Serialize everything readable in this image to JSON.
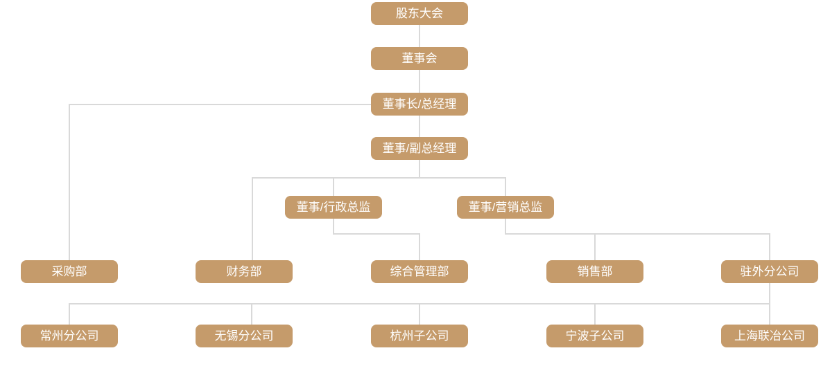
{
  "org_chart": {
    "type": "org-chart",
    "background_color": "#FFFFFF",
    "node_fill_color": "#C59B6B",
    "node_text_color": "#FFFFFF",
    "connector_color": "#D9D9D9",
    "nodes": {
      "shareholders_meeting": "股东大会",
      "board_of_directors": "董事会",
      "chairman_general_manager": "董事长/总经理",
      "director_deputy_general_manager": "董事/副总经理",
      "director_admin_director": "董事/行政总监",
      "director_marketing_director": "董事/营销总监",
      "purchasing_dept": "采购部",
      "finance_dept": "财务部",
      "general_management_dept": "综合管理部",
      "sales_dept": "销售部",
      "overseas_branches": "驻外分公司",
      "changzhou_branch": "常州分公司",
      "wuxi_branch": "无锡分公司",
      "hangzhou_subsidiary": "杭州子公司",
      "ningbo_subsidiary": "宁波子公司",
      "shanghai_lianye_company": "上海联冶公司"
    },
    "edges": [
      {
        "from": "股东大会",
        "to": "董事会"
      },
      {
        "from": "董事会",
        "to": "董事长/总经理"
      },
      {
        "from": "董事长/总经理",
        "to": "董事/副总经理"
      },
      {
        "from": "董事长/总经理",
        "to": "采购部"
      },
      {
        "from": "董事/副总经理",
        "to": "财务部"
      },
      {
        "from": "董事/副总经理",
        "to": "董事/行政总监"
      },
      {
        "from": "董事/副总经理",
        "to": "董事/营销总监"
      },
      {
        "from": "董事/行政总监",
        "to": "综合管理部"
      },
      {
        "from": "董事/营销总监",
        "to": "销售部"
      },
      {
        "from": "董事/营销总监",
        "to": "驻外分公司"
      },
      {
        "from": "驻外分公司",
        "to": "常州分公司"
      },
      {
        "from": "驻外分公司",
        "to": "无锡分公司"
      },
      {
        "from": "驻外分公司",
        "to": "杭州子公司"
      },
      {
        "from": "驻外分公司",
        "to": "宁波子公司"
      },
      {
        "from": "驻外分公司",
        "to": "上海联冶公司"
      }
    ]
  }
}
